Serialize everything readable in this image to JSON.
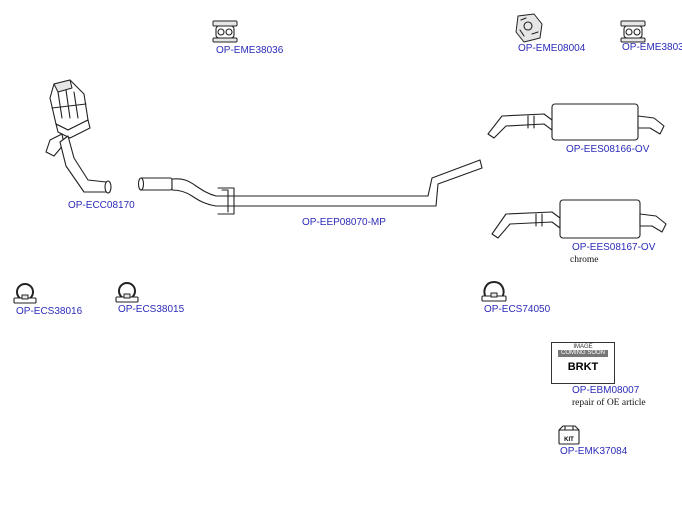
{
  "parts": [
    {
      "id": "eme38036",
      "code": "OP-EME38036",
      "icon": "rubber-hanger-icon"
    },
    {
      "id": "eme08004",
      "code": "OP-EME08004",
      "icon": "hanger-bracket-icon"
    },
    {
      "id": "eme3803_cut",
      "code": "OP-EME3803",
      "icon": "rubber-hanger-icon"
    },
    {
      "id": "ecc08170",
      "code": "OP-ECC08170",
      "icon": "catalytic-converter-icon"
    },
    {
      "id": "eep08070",
      "code": "OP-EEP08070-MP",
      "icon": "middle-pipe-icon"
    },
    {
      "id": "ees08166",
      "code": "OP-EES08166-OV",
      "icon": "rear-silencer-icon"
    },
    {
      "id": "ees08167",
      "code": "OP-EES08167-OV",
      "icon": "rear-silencer-icon",
      "note": "chrome"
    },
    {
      "id": "ecs38016",
      "code": "OP-ECS38016",
      "icon": "clamp-icon"
    },
    {
      "id": "ecs38015",
      "code": "OP-ECS38015",
      "icon": "clamp-icon"
    },
    {
      "id": "ecs74050",
      "code": "OP-ECS74050",
      "icon": "clamp-icon"
    },
    {
      "id": "ebm08007",
      "code": "OP-EBM08007",
      "icon": "bracket-placeholder-icon",
      "note": "repair of OE article",
      "placeholder": {
        "image": "IMAGE",
        "coming": "COMING SOON",
        "label": "BRKT"
      }
    },
    {
      "id": "emk37084",
      "code": "OP-EMK37084",
      "icon": "mounting-kit-icon",
      "kit_label": "KIT"
    }
  ]
}
